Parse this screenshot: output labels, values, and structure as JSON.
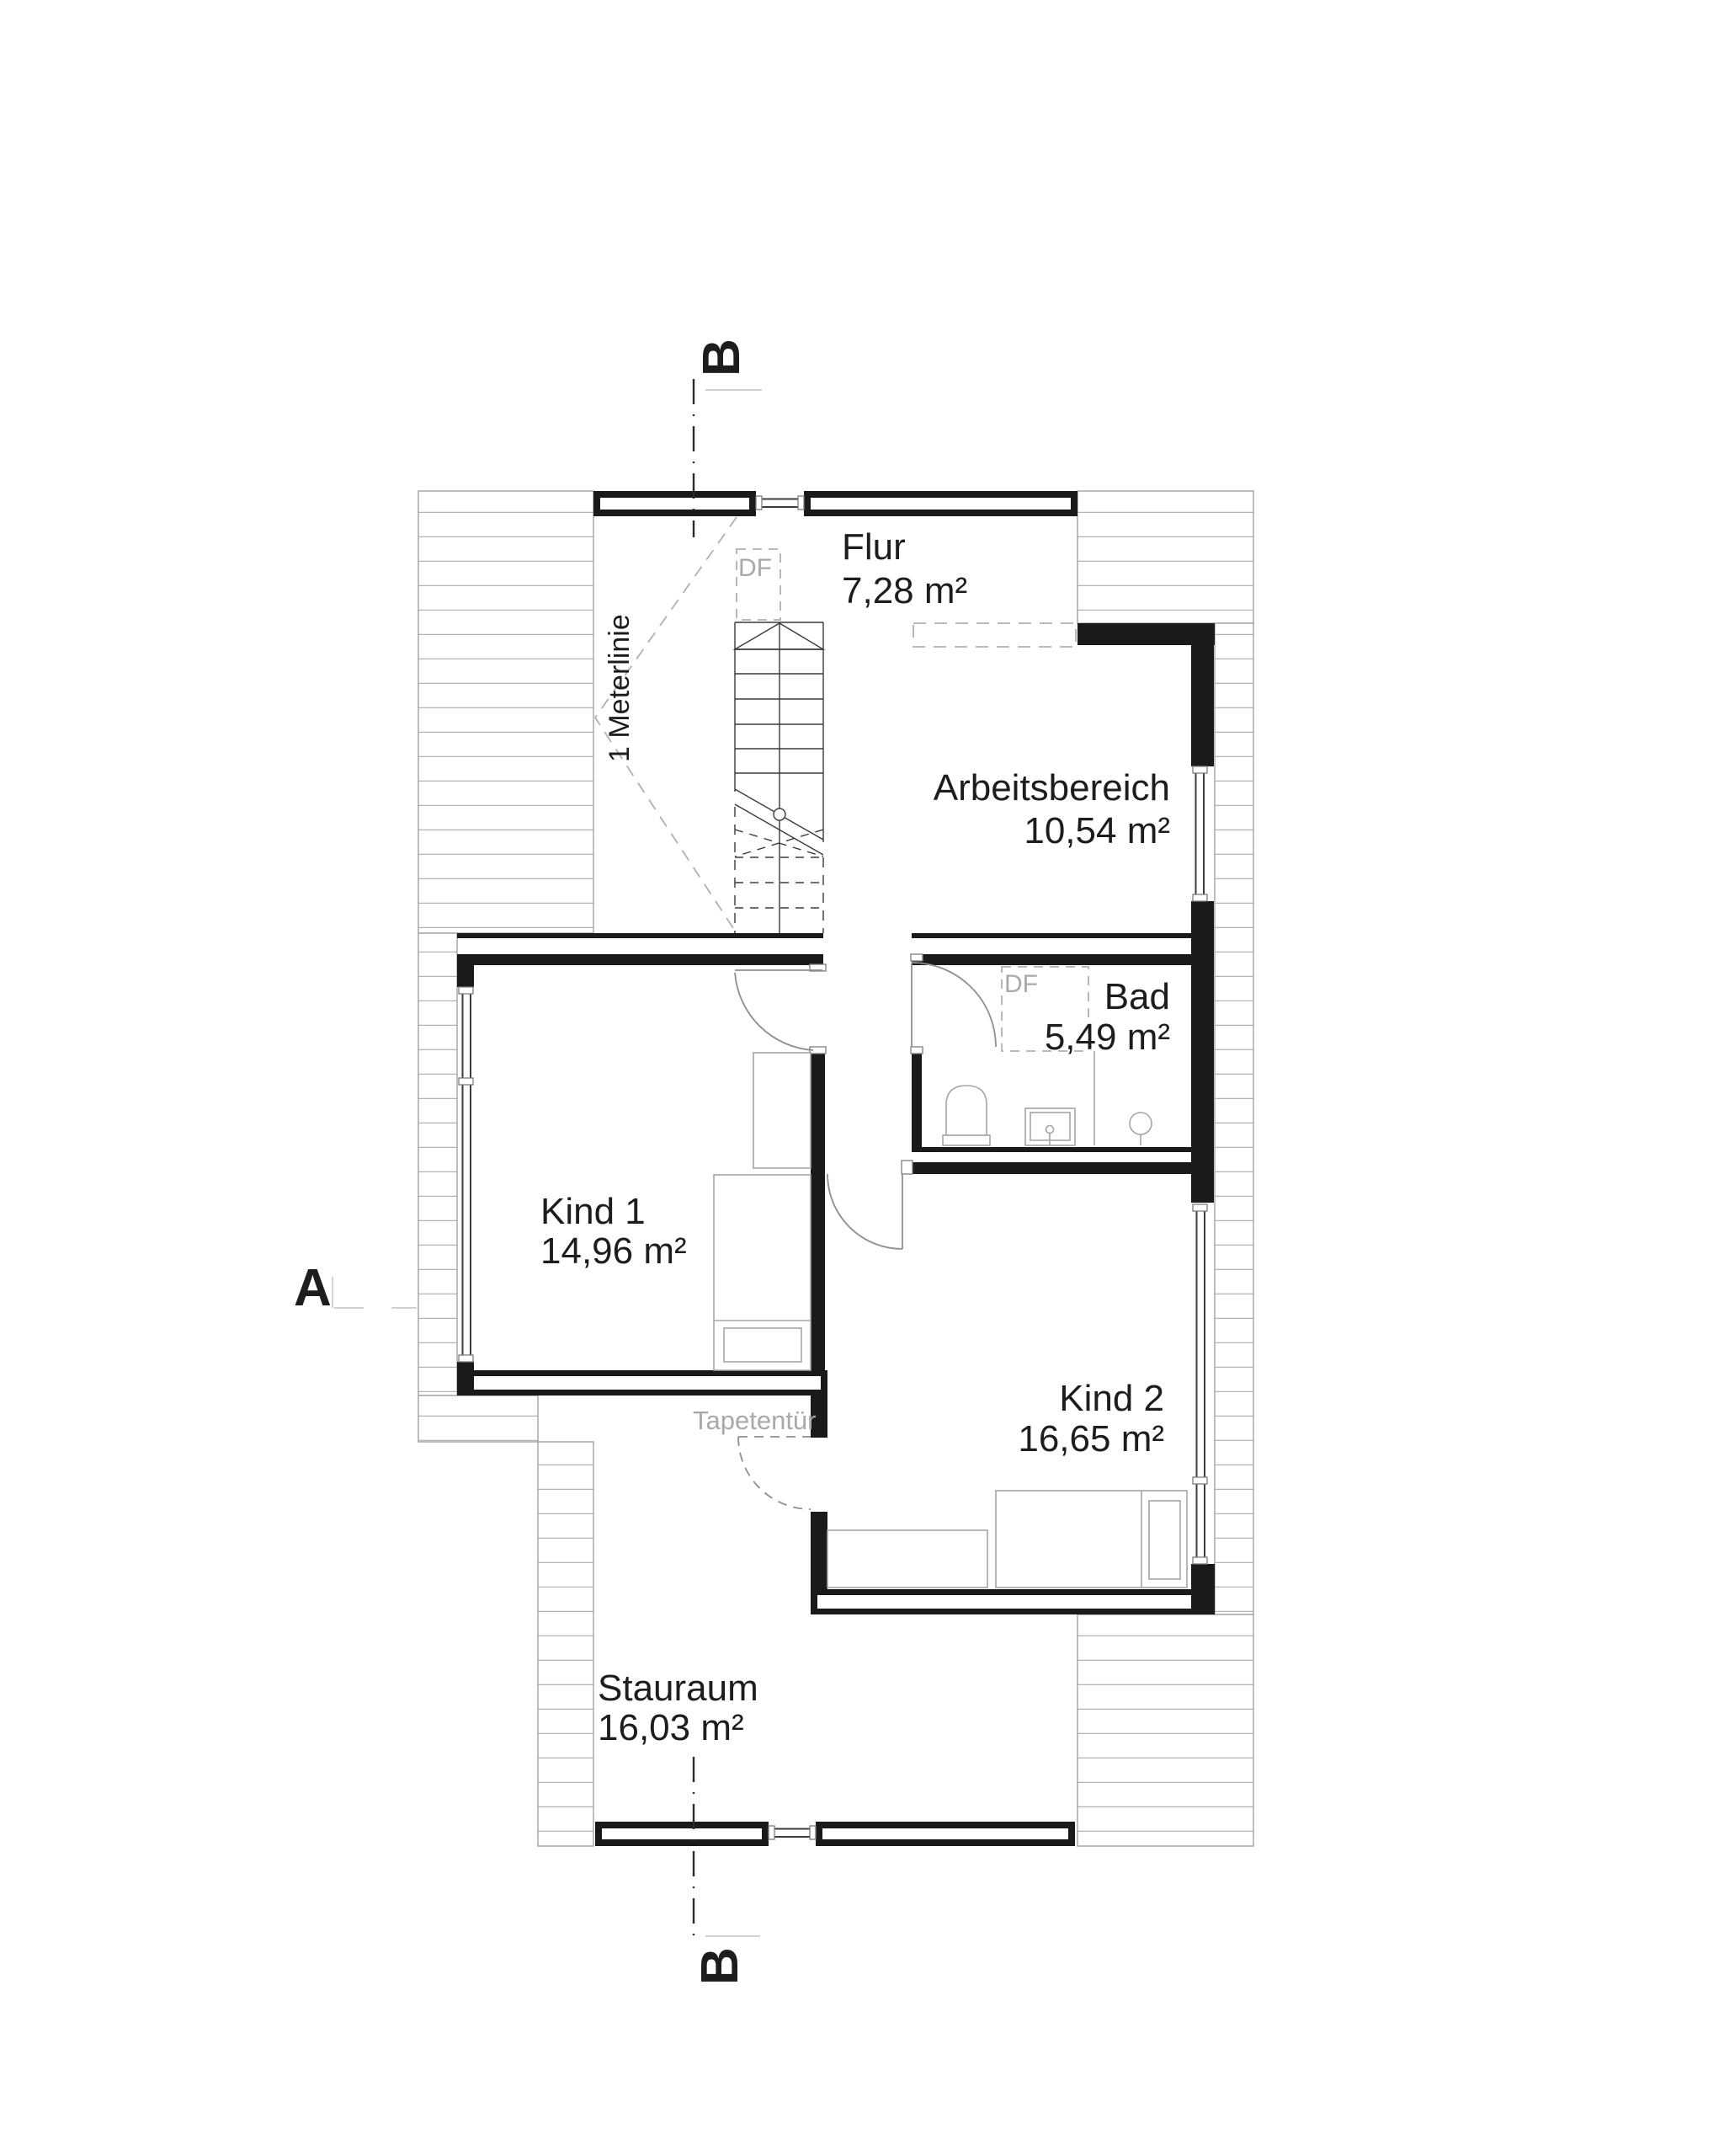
{
  "rooms": {
    "flur": {
      "label": "Flur",
      "area": "7,28 m²"
    },
    "arbeitsbereich": {
      "label": "Arbeitsbereich",
      "area": "10,54 m²"
    },
    "bad": {
      "label": "Bad",
      "area": "5,49 m²"
    },
    "kind1": {
      "label": "Kind 1",
      "area": "14,96 m²"
    },
    "kind2": {
      "label": "Kind 2",
      "area": "16,65 m²"
    },
    "stauraum": {
      "label": "Stauraum",
      "area": "16,03 m²"
    }
  },
  "annotations": {
    "meterline": "1 Meterlinie",
    "wallpaper_door": "Tapetentür",
    "roof_window": "DF",
    "section_a": "A",
    "section_b": "B"
  },
  "colors": {
    "wall": "#1a1a1a",
    "hatch_line": "#b4b4b4",
    "roof_boundary": "#9a9a9a",
    "furniture": "#a5a5a5",
    "annotation_gray": "#a9a9a9",
    "door_swing": "#8f8f8f",
    "background": "#ffffff"
  }
}
